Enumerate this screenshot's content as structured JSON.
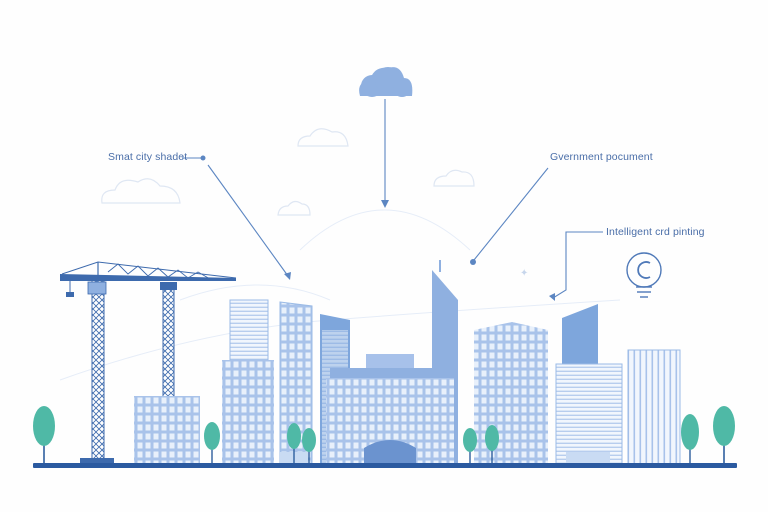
{
  "labels": {
    "smart_city": "Smat city shadet",
    "government": "Gvernment pocument",
    "planning": "Intelligent crd pinting"
  },
  "icons": [
    "cloud-icon",
    "lightbulb-icon",
    "crane-icon",
    "tree-icon",
    "building-icon"
  ],
  "colors": {
    "primary": "#7ea6dc",
    "dark": "#2f5f9e",
    "light": "#cfdcf2",
    "tree": "#4fb9a6",
    "ground": "#2b5aa0",
    "line": "#5c86c2"
  }
}
